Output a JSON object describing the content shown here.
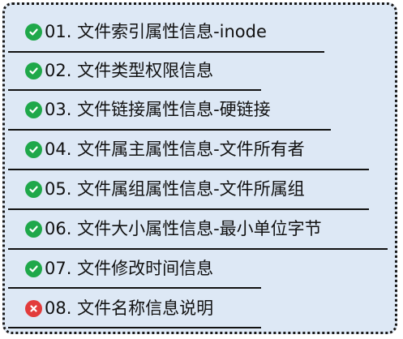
{
  "colors": {
    "panel_bg": "#dde8f5",
    "check": "#1fa84a",
    "cross": "#e23b3b",
    "text": "#111111"
  },
  "items": [
    {
      "label": "01. 文件索引属性信息-inode",
      "status": "check-icon"
    },
    {
      "label": "02. 文件类型权限信息",
      "status": "check-icon"
    },
    {
      "label": "03. 文件链接属性信息-硬链接",
      "status": "check-icon"
    },
    {
      "label": "04. 文件属主属性信息-文件所有者",
      "status": "check-icon"
    },
    {
      "label": "05. 文件属组属性信息-文件所属组",
      "status": "check-icon"
    },
    {
      "label": "06. 文件大小属性信息-最小单位字节",
      "status": "check-icon"
    },
    {
      "label": "07. 文件修改时间信息",
      "status": "check-icon"
    },
    {
      "label": "08. 文件名称信息说明",
      "status": "cross-icon"
    }
  ]
}
